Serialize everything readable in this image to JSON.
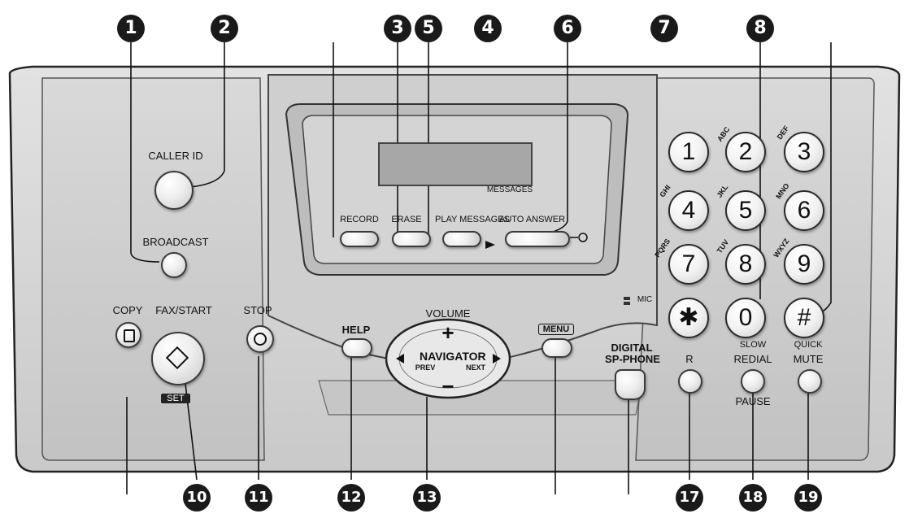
{
  "callouts": [
    "1",
    "2",
    "3",
    "5",
    "4",
    "6",
    "7",
    "8",
    "10",
    "11",
    "12",
    "13",
    "17",
    "18",
    "19"
  ],
  "left_panel": {
    "caller_id": "CALLER ID",
    "broadcast": "BROADCAST",
    "copy": "COPY",
    "fax_start": "FAX/START",
    "stop": "STOP",
    "set": "SET"
  },
  "center_panel": {
    "messages": "MESSAGES",
    "record": "RECORD",
    "erase": "ERASE",
    "play_messages": "PLAY MESSAGES",
    "auto_answer": "AUTO ANSWER",
    "help": "HELP",
    "volume": "VOLUME",
    "menu": "MENU",
    "navigator": "NAVIGATOR",
    "prev": "PREV",
    "next": "NEXT",
    "plus": "+",
    "minus": "−"
  },
  "keypad": {
    "keys": [
      "1",
      "2",
      "3",
      "4",
      "5",
      "6",
      "7",
      "8",
      "9",
      "✱",
      "0",
      "#"
    ],
    "letters": [
      "ABC",
      "DEF",
      "GHI",
      "JKL",
      "MNO",
      "PQRS",
      "TUV",
      "WXYZ"
    ],
    "mic": "MIC",
    "digital": "DIGITAL",
    "sp_phone": "SP-PHONE",
    "r": "R",
    "slow": "SLOW",
    "redial": "REDIAL",
    "pause": "PAUSE",
    "quick": "QUICK",
    "mute": "MUTE"
  }
}
